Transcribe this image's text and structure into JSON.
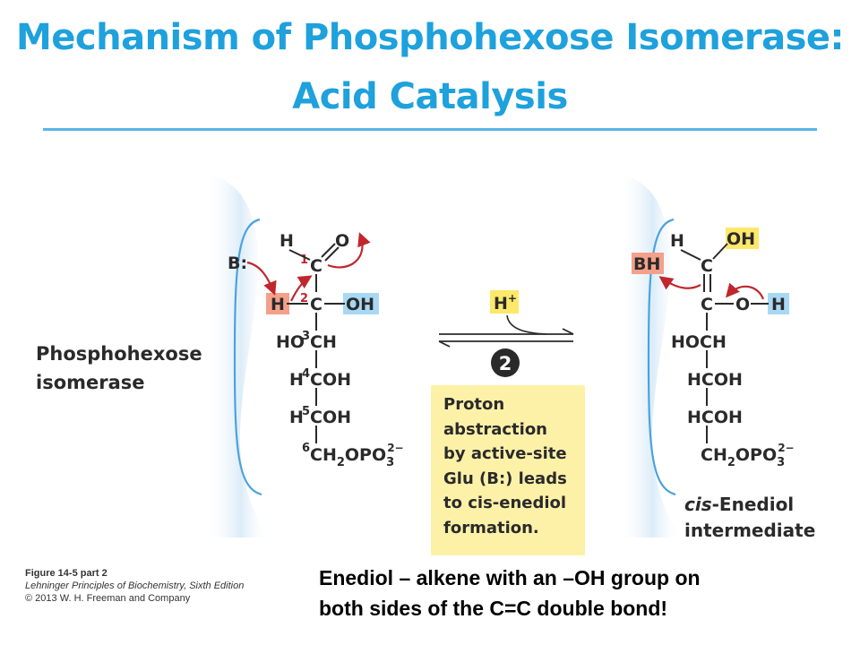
{
  "title": {
    "line1": "Mechanism of Phosphohexose Isomerase:",
    "line2": "Acid Catalysis"
  },
  "enzyme_label": {
    "line1": "Phosphohexose",
    "line2": "isomerase"
  },
  "left_structure": {
    "base": "B:",
    "h_top": "H",
    "o_top": "O",
    "c1": "C",
    "n1": "1",
    "h_left": "H",
    "c2": "C",
    "n2": "2",
    "oh": "OH",
    "c3_row": "HO",
    "n3": "3",
    "c3_ch": "CH",
    "c4_h": "H",
    "n4": "4",
    "c4_coh": "COH",
    "c5_h": "H",
    "n5": "5",
    "c5_coh": "COH",
    "n6": "6",
    "c6": "CH",
    "c6_sub2": "2",
    "c6_opo": "OPO",
    "c6_sub3": "3",
    "c6_charge": "2−"
  },
  "reaction": {
    "proton": "H",
    "proton_charge": "+",
    "step_number": "2",
    "step_text": [
      "Proton",
      "abstraction",
      "by active-site",
      "Glu (B:) leads",
      "to cis-enediol",
      "formation."
    ]
  },
  "right_structure": {
    "bh": "BH",
    "h_top": "H",
    "oh_top": "OH",
    "c1": "C",
    "c2": "C",
    "o": "O",
    "h_right": "H",
    "c3": "HOCH",
    "c4": "HCOH",
    "c5": "HCOH",
    "c6": "CH",
    "c6_sub2": "2",
    "c6_opo": "OPO",
    "c6_sub3": "3",
    "c6_charge": "2−"
  },
  "intermediate_label": {
    "line1_italic": "cis",
    "line1_rest": "-Enediol",
    "line2": "intermediate"
  },
  "caption": {
    "figure": "Figure 14-5 part 2",
    "book": "Lehninger Principles of Biochemistry, Sixth Edition",
    "copyright": "© 2013 W. H. Freeman and Company"
  },
  "note": {
    "line1": "Enediol – alkene with an –OH group on",
    "line2": "both sides of the C=C double bond!"
  },
  "colors": {
    "title": "#1ea1dc",
    "highlight_red": "#f4a08a",
    "highlight_blue": "#a8d8f4",
    "highlight_yellow": "#fde86a",
    "step_box": "#fdf1a8",
    "arrow_red": "#c0272d"
  }
}
